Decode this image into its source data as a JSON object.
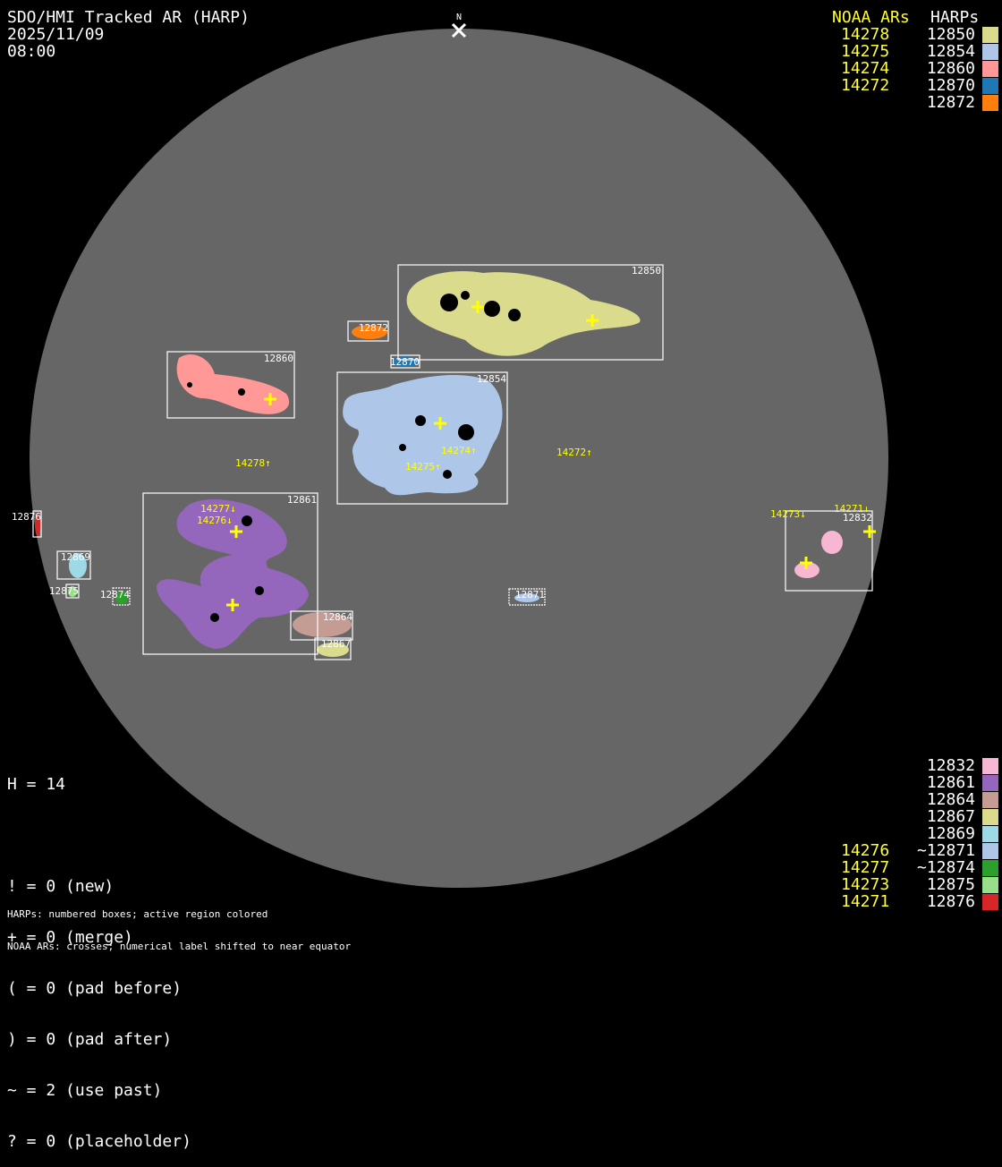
{
  "header": {
    "title": "SDO/HMI Tracked AR (HARP)",
    "date": "2025/11/09",
    "time": "08:00",
    "north_label": "N"
  },
  "legend_top": {
    "noaa_heading": "NOAA ARs",
    "harp_heading": "HARPs",
    "rows": [
      {
        "noaa": "14278",
        "harp": "12850",
        "color": "#dbdb8d"
      },
      {
        "noaa": "14275",
        "harp": "12854",
        "color": "#aec7e8"
      },
      {
        "noaa": "14274",
        "harp": "12860",
        "color": "#ff9896"
      },
      {
        "noaa": "14272",
        "harp": "12870",
        "color": "#1f77b4"
      },
      {
        "noaa": "",
        "harp": "12872",
        "color": "#ff7f0e"
      }
    ]
  },
  "legend_bottom": {
    "rows": [
      {
        "noaa": "",
        "harp": "12832",
        "color": "#f7b6d2"
      },
      {
        "noaa": "",
        "harp": "12861",
        "color": "#9467bd"
      },
      {
        "noaa": "",
        "harp": "12864",
        "color": "#c49c94"
      },
      {
        "noaa": "",
        "harp": "12867",
        "color": "#dbdb8d"
      },
      {
        "noaa": "",
        "harp": "12869",
        "color": "#9edae5"
      },
      {
        "noaa": "14276",
        "harp": "~12871",
        "color": "#aec7e8"
      },
      {
        "noaa": "14277",
        "harp": "~12874",
        "color": "#2ca02c"
      },
      {
        "noaa": "14273",
        "harp": "12875",
        "color": "#98df8a"
      },
      {
        "noaa": "14271",
        "harp": "12876",
        "color": "#d62728"
      }
    ]
  },
  "stats": {
    "h": "H = 14",
    "lines": [
      "! = 0 (new)",
      "+ = 0 (merge)",
      "( = 0 (pad before)",
      ") = 0 (pad after)",
      "~ = 2 (use past)",
      "? = 0 (placeholder)"
    ]
  },
  "footer": {
    "line1": "HARPs: numbered boxes; active region colored",
    "line2": "NOAA ARs: crosses; numerical label shifted to near equator"
  },
  "harps": {
    "h12850": "12850",
    "h12860": "12860",
    "h12854": "12854",
    "h12861": "12861",
    "h12872": "12872",
    "h12870": "12870",
    "h12832": "12832",
    "h12864": "12864",
    "h12867": "12867",
    "h12869": "12869",
    "h12875": "12875",
    "h12874": "12874",
    "h12876": "12876",
    "h12871": "12871"
  },
  "noaa_labels": {
    "n14278": "14278↑",
    "n14272": "14272↑",
    "n14274": "14274↑",
    "n14275": "14275↑",
    "n14277": "14277↓",
    "n14276": "14276↓",
    "n14273": "14273↓",
    "n14271": "14271↓"
  }
}
